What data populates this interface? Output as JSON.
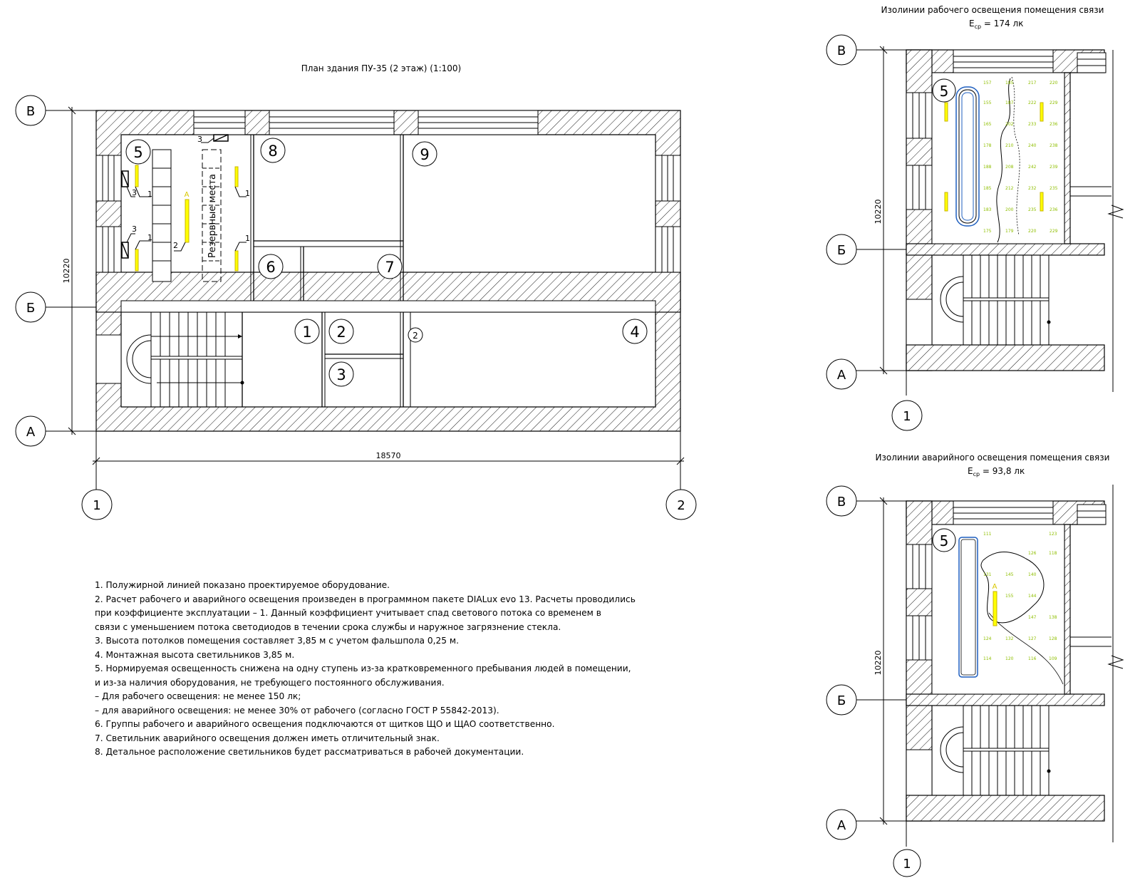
{
  "main_plan": {
    "title": "План здания ПУ-35 (2 этаж) (1:100)",
    "axes_rows": [
      "В",
      "Б",
      "А"
    ],
    "axes_cols": [
      "1",
      "2"
    ],
    "dim_height": "10220",
    "dim_width": "18570",
    "rooms": [
      "1",
      "2",
      "2",
      "3",
      "4",
      "5",
      "6",
      "7",
      "8",
      "9"
    ],
    "reserve_label": "Резервные места",
    "leader_labels": [
      "1",
      "1",
      "1",
      "1",
      "2",
      "3",
      "3",
      "3",
      "А"
    ]
  },
  "detail_work": {
    "title": "Изолинии рабочего освещения помещения связи",
    "avg_label": "E",
    "avg_sub": "ср",
    "avg_value": " = 174 лк",
    "axes_rows": [
      "В",
      "Б",
      "А"
    ],
    "axis_col": "1",
    "dim_height": "10220",
    "room": "5",
    "values": [
      "157",
      "185",
      "217",
      "220",
      "155",
      "187",
      "222",
      "229",
      "165",
      "202",
      "233",
      "236",
      "178",
      "210",
      "240",
      "238",
      "188",
      "208",
      "242",
      "239",
      "185",
      "212",
      "232",
      "235",
      "183",
      "200",
      "235",
      "236",
      "175",
      "179",
      "220",
      "229"
    ]
  },
  "detail_emerg": {
    "title": "Изолинии аварийного освещения помещения связи",
    "avg_label": "E",
    "avg_sub": "ср",
    "avg_value": " = 93,8 лк",
    "axes_rows": [
      "В",
      "Б",
      "А"
    ],
    "axis_col": "1",
    "dim_height": "10220",
    "room": "5",
    "lamp_label": "А",
    "values": [
      "111",
      "123",
      "126",
      "118",
      "131",
      "145",
      "140",
      "155",
      "144",
      "147",
      "138",
      "124",
      "132",
      "127",
      "128",
      "114",
      "120",
      "116",
      "109"
    ]
  },
  "notes": [
    "1. Полужирной линией показано проектируемое оборудование.",
    "2. Расчет рабочего и аварийного освещения произведен в программном пакете DIALux evo 13. Расчеты проводились",
    "при коэффициенте эксплуатации – 1. Данный коэффициент учитывает спад светового потока со временем в",
    "связи с уменьшением потока светодиодов в течении срока службы и наружное загрязнение стекла.",
    "3. Высота потолков помещения составляет 3,85 м с учетом фальшпола 0,25 м.",
    "4. Монтажная высота светильников 3,85 м.",
    "5. Нормируемая освещенность снижена на одну ступень из-за кратковременного пребывания людей в помещении,",
    "и из-за наличия оборудования, не требующего постоянного обслуживания.",
    "  – Для рабочего освещения: не менее 150 лк;",
    "  – для аварийного освещения: не менее 30% от рабочего (согласно ГОСТ Р 55842-2013).",
    "6. Группы рабочего и аварийного освещения подключаются от щитков ЩО и ЩАО соответственно.",
    "7. Светильник аварийного освещения должен иметь отличительный знак.",
    "8. Детальное расположение светильников будет рассматриваться в рабочей документации."
  ]
}
